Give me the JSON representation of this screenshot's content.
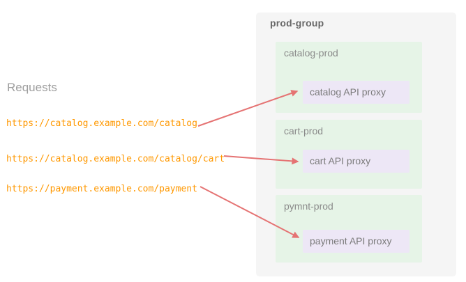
{
  "requests": {
    "title": "Requests",
    "urls": [
      "https://catalog.example.com/catalog",
      "https://catalog.example.com/catalog/cart",
      "https://payment.example.com/payment"
    ]
  },
  "group": {
    "title": "prod-group",
    "environments": [
      {
        "name": "catalog-prod",
        "proxy": "catalog API proxy"
      },
      {
        "name": "cart-prod",
        "proxy": "cart API proxy"
      },
      {
        "name": "pymnt-prod",
        "proxy": "payment API proxy"
      }
    ]
  },
  "connections": [
    {
      "from_url": "https://catalog.example.com/catalog",
      "to_environment": "catalog-prod",
      "to_proxy": "catalog API proxy"
    },
    {
      "from_url": "https://catalog.example.com/catalog/cart",
      "to_environment": "cart-prod",
      "to_proxy": "cart API proxy"
    },
    {
      "from_url": "https://payment.example.com/payment",
      "to_environment": "pymnt-prod",
      "to_proxy": "payment API proxy"
    }
  ],
  "colors": {
    "group_background": "#f5f5f5",
    "environment_background": "#e6f4e7",
    "proxy_background": "#ede7f6",
    "url_text": "#ff9800",
    "arrow": "#e57373",
    "requests_title_text": "#9e9e9e",
    "group_title_text": "#686868",
    "environment_label_text": "#8a8a8a",
    "proxy_label_text": "#7b7b7b"
  }
}
